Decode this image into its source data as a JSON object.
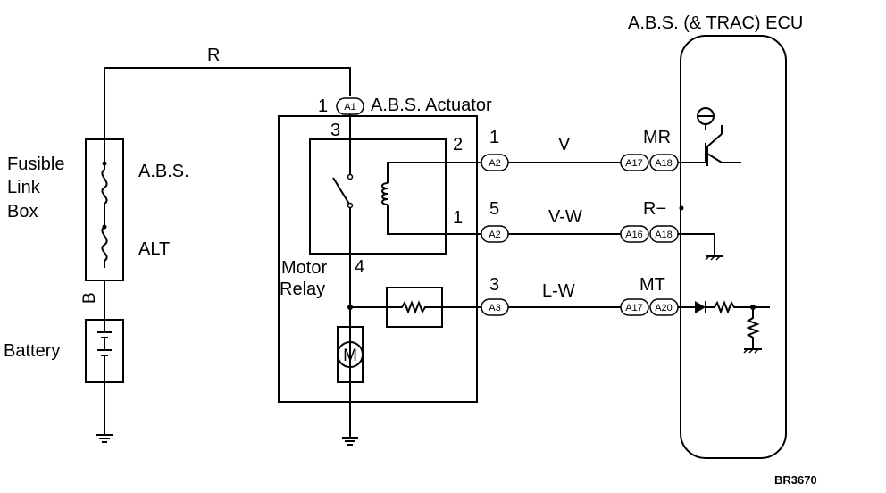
{
  "ecu": {
    "title": "A.B.S. (& TRAC) ECU"
  },
  "actuator": {
    "title": "A.B.S. Actuator",
    "pin_top": "1",
    "connector_top": "A1"
  },
  "relay": {
    "pin3": "3",
    "pin2": "2",
    "pin1": "1",
    "pin4": "4",
    "label_line1": "Motor",
    "label_line2": "Relay"
  },
  "fusible_link_box": {
    "label_line1": "Fusible",
    "label_line2": "Link",
    "label_line3": "Box",
    "fuse_abs": "A.B.S.",
    "fuse_alt": "ALT"
  },
  "battery": {
    "label": "Battery"
  },
  "wire_colors": {
    "top": "R",
    "battery": "B"
  },
  "circuits": [
    {
      "pin": "1",
      "connector": "A2",
      "wire": "V",
      "ecu_conn_a": "A17",
      "ecu_conn_b": "A18",
      "terminal": "MR"
    },
    {
      "pin": "5",
      "connector": "A2",
      "wire": "V-W",
      "ecu_conn_a": "A16",
      "ecu_conn_b": "A18",
      "terminal": "R−"
    },
    {
      "pin": "3",
      "connector": "A3",
      "wire": "L-W",
      "ecu_conn_a": "A17",
      "ecu_conn_b": "A20",
      "terminal": "MT"
    }
  ],
  "motor": {
    "symbol": "M"
  },
  "figure_code": "BR3670"
}
